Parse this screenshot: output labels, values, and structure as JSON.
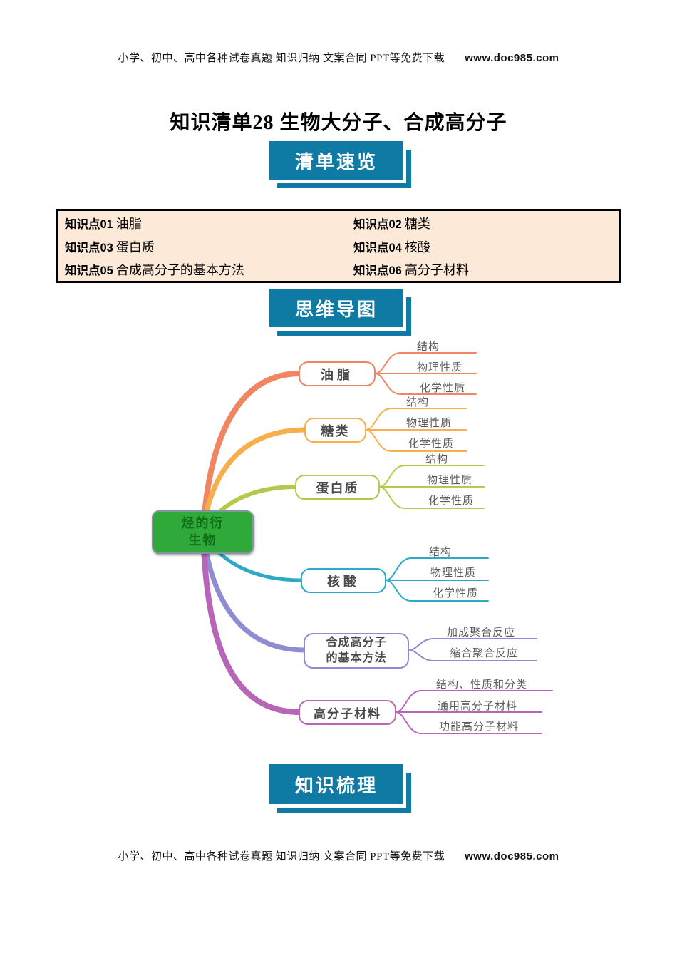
{
  "header": {
    "text": "小学、初中、高中各种试卷真题 知识归纳 文案合同 PPT等免费下载",
    "url": "www.doc985.com"
  },
  "title": "知识清单28 生物大分子、合成高分子",
  "banners": {
    "overview": "清单速览",
    "mindmap": "思维导图",
    "knowledge": "知识梳理"
  },
  "toc": {
    "items": [
      {
        "prefix": "知识点01",
        "name": "油脂"
      },
      {
        "prefix": "知识点02",
        "name": "糖类"
      },
      {
        "prefix": "知识点03",
        "name": "蛋白质"
      },
      {
        "prefix": "知识点04",
        "name": "核酸"
      },
      {
        "prefix": "知识点05",
        "name": "合成高分子的基本方法"
      },
      {
        "prefix": "知识点06",
        "name": "高分子材料"
      }
    ]
  },
  "mindmap": {
    "root": {
      "line1": "烃的衍",
      "line2": "生物",
      "fill": "#2FA93A",
      "text_color": "#0E6F17"
    },
    "branches": [
      {
        "label": "油脂",
        "color": "#EF8561",
        "children": [
          "结构",
          "物理性质",
          "化学性质"
        ]
      },
      {
        "label": "糖类",
        "color": "#F6AF4B",
        "children": [
          "结构",
          "物理性质",
          "化学性质"
        ]
      },
      {
        "label": "蛋白质",
        "color": "#B4C94C",
        "children": [
          "结构",
          "物理性质",
          "化学性质"
        ]
      },
      {
        "label": "核酸",
        "color": "#2CAAC5",
        "children": [
          "结构",
          "物理性质",
          "化学性质"
        ]
      },
      {
        "label": "合成高分子",
        "label2": "的基本方法",
        "color": "#908CD2",
        "children": [
          "加成聚合反应",
          "缩合聚合反应"
        ]
      },
      {
        "label": "高分子材料",
        "color": "#B766B7",
        "children": [
          "结构、性质和分类",
          "通用高分子材料",
          "功能高分子材料"
        ]
      }
    ]
  },
  "footer": {
    "text": "小学、初中、高中各种试卷真题 知识归纳 文案合同 PPT等免费下载",
    "url": "www.doc985.com"
  },
  "colors": {
    "banner_teal": "#0F7AA3",
    "table_bg": "#FCE9D8",
    "table_border": "#000000"
  }
}
